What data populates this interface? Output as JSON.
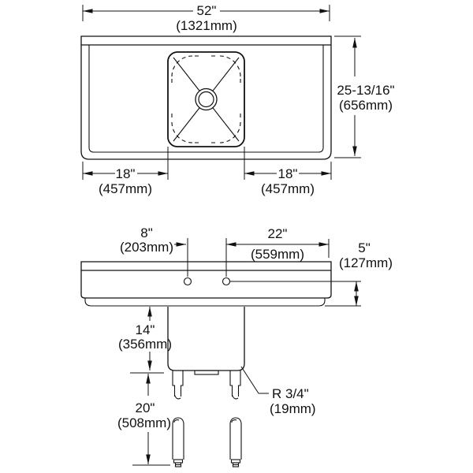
{
  "drawing": {
    "type": "sink-specification-diagram",
    "background": "#ffffff",
    "line_color": "#111111",
    "top_view": {
      "overall_width_in": "52\"",
      "overall_width_mm": "(1321mm)",
      "overall_depth_in": "25-13/16\"",
      "overall_depth_mm": "(656mm)",
      "left_drainboard_in": "18\"",
      "left_drainboard_mm": "(457mm)",
      "right_drainboard_in": "18\"",
      "right_drainboard_mm": "(457mm)"
    },
    "front_view": {
      "faucet_hole_spacing_in": "8\"",
      "faucet_hole_spacing_mm": "(203mm)",
      "hole_to_right_edge_in": "22\"",
      "hole_to_right_edge_mm": "(559mm)",
      "backsplash_height_in": "5\"",
      "backsplash_height_mm": "(127mm)",
      "bowl_depth_in": "14\"",
      "bowl_depth_mm": "(356mm)",
      "floor_clearance_in": "20\"",
      "floor_clearance_mm": "(508mm)",
      "corner_radius_in": "R 3/4\"",
      "corner_radius_mm": "(19mm)"
    }
  }
}
